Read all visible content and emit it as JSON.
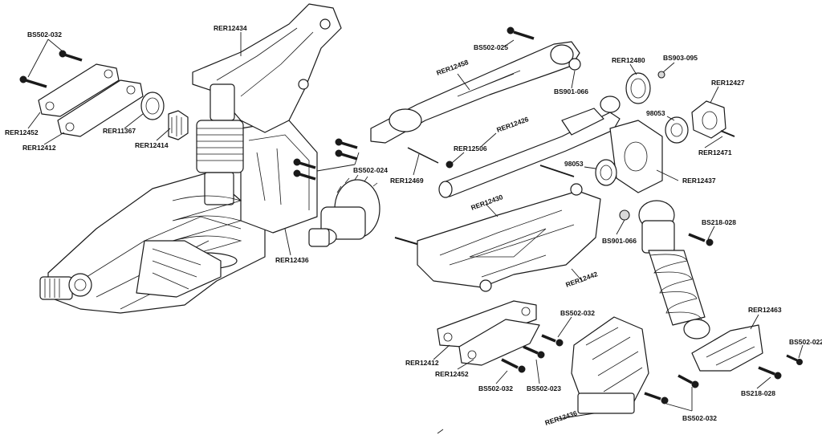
{
  "labels": {
    "bs502_032_top": "BS502-032",
    "rer12434": "RER12434",
    "rer12452_left": "RER12452",
    "rer12412_left": "RER12412",
    "rer11367": "RER11367",
    "rer12414": "RER12414",
    "bs502_024": "BS502-024",
    "rer12436_mid": "RER12436",
    "bs502_025": "BS502-025",
    "rer12458": "RER12458",
    "bs901_066_top": "BS901-066",
    "rer12480": "RER12480",
    "bs903_095": "BS903-095",
    "rer12427": "RER12427",
    "n98053_top": "98053",
    "rer12471": "RER12471",
    "rer12426": "RER12426",
    "rer12506": "RER12506",
    "rer12469": "RER12469",
    "n98053_mid": "98053",
    "rer12437": "RER12437",
    "rer12430": "RER12430",
    "bs901_066_mid": "BS901-066",
    "bs218_028_top": "BS218-028",
    "rer12442": "RER12442",
    "rer12463": "RER12463",
    "bs502_032_mid": "BS502-032",
    "rer12412_right": "RER12412",
    "rer12452_right": "RER12452",
    "bs502_032_low": "BS502-032",
    "bs502_023": "BS502-023",
    "bs502_022": "BS502-022",
    "bs218_028_low": "BS218-028",
    "bs502_032_bottom": "BS502-032",
    "rer12436_bottom": "RER12436"
  }
}
